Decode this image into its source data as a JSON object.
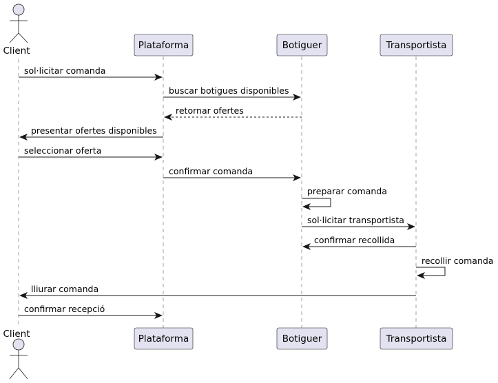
{
  "diagram": {
    "participants": [
      {
        "id": "client",
        "label": "Client",
        "kind": "actor"
      },
      {
        "id": "plataforma",
        "label": "Plataforma",
        "kind": "box"
      },
      {
        "id": "botiguer",
        "label": "Botiguer",
        "kind": "box"
      },
      {
        "id": "transportista",
        "label": "Transportista",
        "kind": "box"
      }
    ],
    "messages": [
      {
        "from": "client",
        "to": "plataforma",
        "label": "sol·licitar comanda",
        "style": "solid"
      },
      {
        "from": "plataforma",
        "to": "botiguer",
        "label": "buscar botigues disponibles",
        "style": "solid"
      },
      {
        "from": "botiguer",
        "to": "plataforma",
        "label": "retornar ofertes",
        "style": "dashed"
      },
      {
        "from": "plataforma",
        "to": "client",
        "label": "presentar ofertes disponibles",
        "style": "solid"
      },
      {
        "from": "client",
        "to": "plataforma",
        "label": "seleccionar oferta",
        "style": "solid"
      },
      {
        "from": "plataforma",
        "to": "botiguer",
        "label": "confirmar comanda",
        "style": "solid"
      },
      {
        "from": "botiguer",
        "to": "botiguer",
        "label": "preparar comanda",
        "style": "solid"
      },
      {
        "from": "botiguer",
        "to": "transportista",
        "label": "sol·licitar transportista",
        "style": "solid"
      },
      {
        "from": "transportista",
        "to": "botiguer",
        "label": "confirmar recollida",
        "style": "solid"
      },
      {
        "from": "transportista",
        "to": "transportista",
        "label": "recollir comanda",
        "style": "solid"
      },
      {
        "from": "transportista",
        "to": "client",
        "label": "lliurar comanda",
        "style": "solid"
      },
      {
        "from": "client",
        "to": "plataforma",
        "label": "confirmar recepció",
        "style": "solid"
      }
    ]
  }
}
